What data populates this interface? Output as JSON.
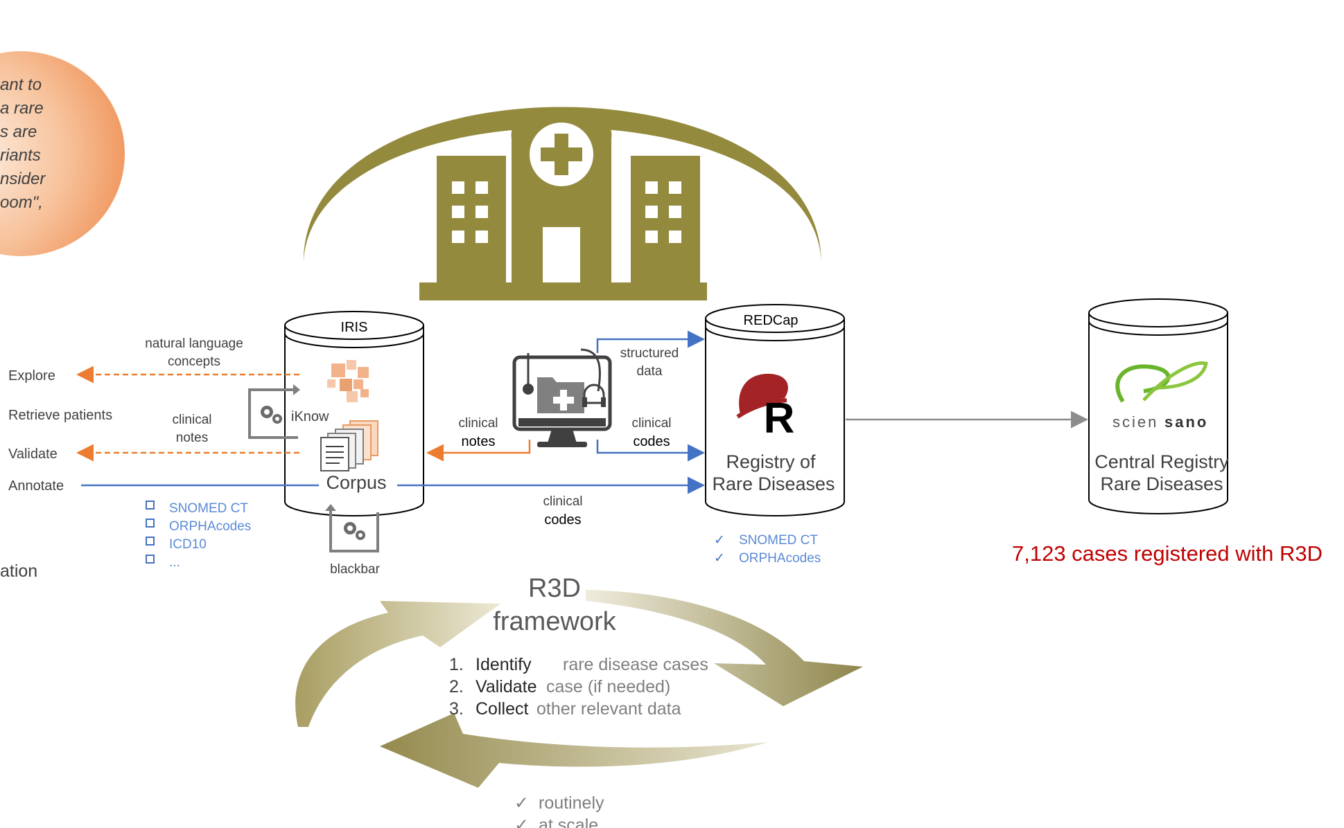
{
  "quote": {
    "lines": [
      "ant to",
      "a rare",
      "s are",
      "riants",
      "nsider",
      "oom\","
    ]
  },
  "left_actions": {
    "explore": "Explore",
    "retrieve": "Retrieve patients",
    "validate": "Validate",
    "annotate": "Annotate",
    "cut_off": "ation"
  },
  "labels": {
    "nl_concepts_1": "natural language",
    "nl_concepts_2": "concepts",
    "clinical_notes_left_1": "clinical",
    "clinical_notes_left_2": "notes",
    "clinical_notes_mid_1": "clinical",
    "clinical_notes_mid_2": "notes",
    "structured_1": "structured",
    "structured_2": "data",
    "clinical_codes_right_1": "clinical",
    "clinical_codes_right_2": "codes",
    "clinical_codes_bottom_1": "clinical",
    "clinical_codes_bottom_2": "codes",
    "iknow": "iKnow",
    "corpus": "Corpus",
    "blackbar": "blackbar"
  },
  "databases": {
    "iris": "IRIS",
    "redcap": "REDCap",
    "registry_1": "Registry of",
    "registry_2": "Rare Diseases",
    "central_1": "Central Registry",
    "central_2": "Rare Diseases",
    "sciensano_a": "scien",
    "sciensano_b": "sano"
  },
  "iris_codes": [
    "SNOMED CT",
    "ORPHAcodes",
    "ICD10",
    "..."
  ],
  "redcap_codes": [
    "SNOMED CT",
    "ORPHAcodes"
  ],
  "cases": "7,123 cases registered with R3D",
  "framework": {
    "title_1": "R3D",
    "title_2": "framework",
    "steps": [
      {
        "num": "1.",
        "bold": "Identify",
        "rest": "rare disease cases"
      },
      {
        "num": "2.",
        "bold": "Validate",
        "rest": "case (if needed)"
      },
      {
        "num": "3.",
        "bold": "Collect",
        "rest": "other relevant data"
      }
    ],
    "checks": [
      "routinely",
      "at scale"
    ]
  },
  "colors": {
    "olive": "#948a3e",
    "orange": "#ec7c30",
    "blue": "#4472c4",
    "red": "#c00000",
    "gray": "#7f7f7f"
  }
}
